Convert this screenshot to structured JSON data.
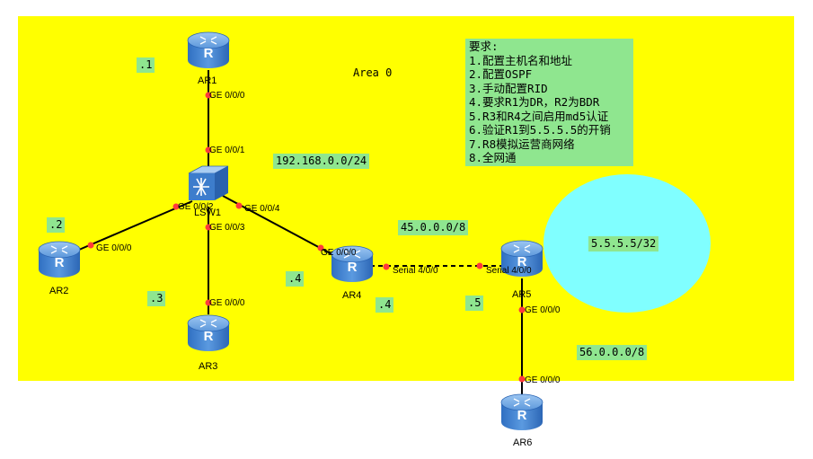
{
  "area": {
    "label": "Area 0"
  },
  "requirements": {
    "title": "要求:",
    "items": [
      "1.配置主机名和地址",
      "2.配置OSPF",
      "3.手动配置RID",
      "4.要求R1为DR，R2为BDR",
      "5.R3和R4之间启用md5认证",
      "6.验证R1到5.5.5.5的开销",
      "7.R8模拟运营商网络",
      "8.全网通"
    ]
  },
  "networks": {
    "lan": "192.168.0.0/24",
    "wan": "45.0.0.0/8",
    "wan2": "56.0.0.0/8",
    "loopback": "5.5.5.5/32"
  },
  "host_ids": {
    "ar1": ".1",
    "ar2": ".2",
    "ar3": ".3",
    "ar4_lan": ".4",
    "ar4_wan": ".4",
    "ar5": ".5"
  },
  "devices": {
    "ar1": "AR1",
    "ar2": "AR2",
    "ar3": "AR3",
    "ar4": "AR4",
    "ar5": "AR5",
    "ar6": "AR6",
    "lsw1": "LSW1"
  },
  "interfaces": {
    "ar1_ge": "GE 0/0/0",
    "lsw_ge1": "GE 0/0/1",
    "lsw_ge2": "GE 0/0/2",
    "lsw_ge3": "GE 0/0/3",
    "lsw_ge4": "GE 0/0/4",
    "ar2_ge": "GE 0/0/0",
    "ar3_ge": "GE 0/0/0",
    "ar4_ge": "GE 0/0/0",
    "ar4_serial": "Serial 4/0/0",
    "ar5_serial": "Serial 4/0/0",
    "ar5_ge": "GE 0/0/0",
    "ar6_ge": "GE 0/0/0"
  },
  "colors": {
    "area": "#ffff00",
    "tag": "#8fe68f",
    "loopback": "#80ffff",
    "router": "#3f7fd0",
    "link": "#000000",
    "port": "#ff3b3b"
  }
}
